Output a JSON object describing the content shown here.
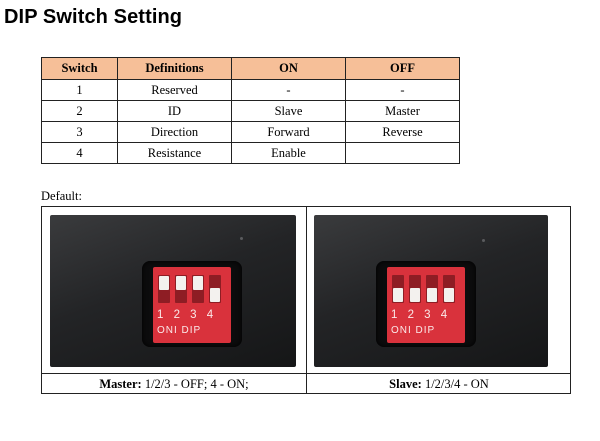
{
  "title": "DIP Switch Setting",
  "table": {
    "headers": [
      "Switch",
      "Definitions",
      "ON",
      "OFF"
    ],
    "rows": [
      [
        "1",
        "Reserved",
        "-",
        "-"
      ],
      [
        "2",
        "ID",
        "Slave",
        "Master"
      ],
      [
        "3",
        "Direction",
        "Forward",
        "Reverse"
      ],
      [
        "4",
        "Resistance",
        "Enable",
        ""
      ]
    ]
  },
  "default_label": "Default:",
  "photos": {
    "switch_numbers": "1 2 3 4",
    "switch_marking": "ONI DIP",
    "master": {
      "switch_states": [
        "OFF",
        "OFF",
        "OFF",
        "ON"
      ],
      "caption_bold": "Master:",
      "caption_rest": " 1/2/3 - OFF; 4 - ON;"
    },
    "slave": {
      "switch_states": [
        "ON",
        "ON",
        "ON",
        "ON"
      ],
      "caption_bold": "Slave:",
      "caption_rest": " 1/2/3/4 - ON"
    }
  },
  "colors": {
    "header_bg": "#f6bf98",
    "dip_red": "#d9323c"
  }
}
